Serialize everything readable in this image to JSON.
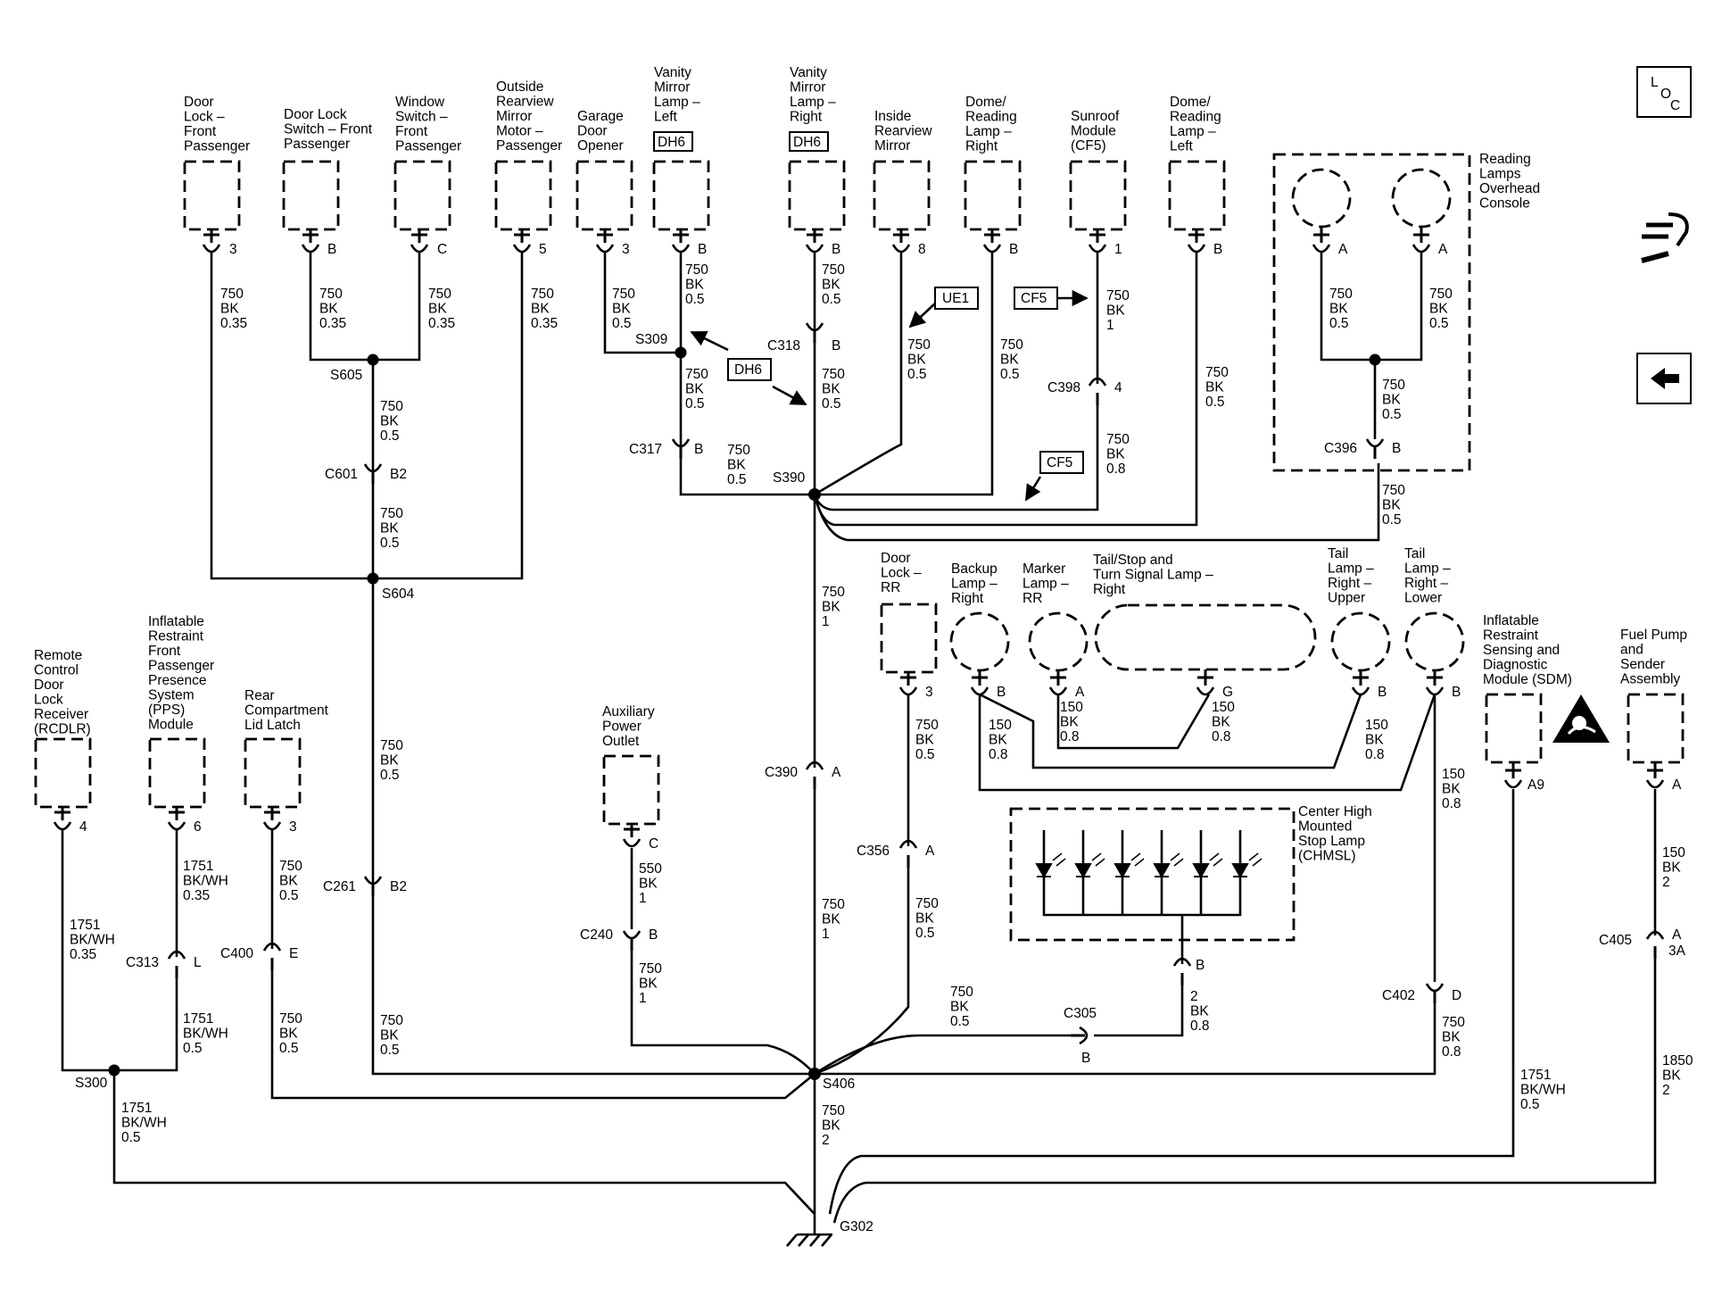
{
  "components": {
    "door_lock_front_passenger": [
      "Door",
      "Lock –",
      "Front",
      "Passenger"
    ],
    "door_lock_switch_front_passenger": [
      "Door Lock",
      "Switch – Front",
      "Passenger"
    ],
    "window_switch_front_passenger": [
      "Window",
      "Switch –",
      "Front",
      "Passenger"
    ],
    "outside_rearview_mirror_motor": [
      "Outside",
      "Rearview",
      "Mirror",
      "Motor –",
      "Passenger"
    ],
    "garage_door_opener": [
      "Garage",
      "Door",
      "Opener"
    ],
    "vanity_mirror_lamp_left": [
      "Vanity",
      "Mirror",
      "Lamp –",
      "Left"
    ],
    "vanity_mirror_lamp_right": [
      "Vanity",
      "Mirror",
      "Lamp –",
      "Right"
    ],
    "inside_rearview_mirror": [
      "Inside",
      "Rearview",
      "Mirror"
    ],
    "dome_reading_lamp_right": [
      "Dome/",
      "Reading",
      "Lamp –",
      "Right"
    ],
    "sunroof_module": [
      "Sunroof",
      "Module",
      "(CF5)"
    ],
    "dome_reading_lamp_left": [
      "Dome/",
      "Reading",
      "Lamp –",
      "Left"
    ],
    "reading_lamps_overhead_console": [
      "Reading",
      "Lamps",
      "Overhead",
      "Console"
    ],
    "remote_control_door_lock_receiver": [
      "Remote",
      "Control",
      "Door",
      "Lock",
      "Receiver",
      "(RCDLR)"
    ],
    "inflatable_restraint_pps_module": [
      "Inflatable",
      "Restraint",
      "Front",
      "Passenger",
      "Presence",
      "System",
      "(PPS)",
      "Module"
    ],
    "rear_compartment_lid_latch": [
      "Rear",
      "Compartment",
      "Lid Latch"
    ],
    "auxiliary_power_outlet": [
      "Auxiliary",
      "Power",
      "Outlet"
    ],
    "door_lock_rr": [
      "Door",
      "Lock –",
      "RR"
    ],
    "backup_lamp_right": [
      "Backup",
      "Lamp –",
      "Right"
    ],
    "marker_lamp_rr": [
      "Marker",
      "Lamp –",
      "RR"
    ],
    "tail_stop_turn_lamp_right": [
      "Tail/Stop and",
      "Turn Signal Lamp –",
      "Right"
    ],
    "tail_lamp_right_upper": [
      "Tail",
      "Lamp –",
      "Right –",
      "Upper"
    ],
    "tail_lamp_right_lower": [
      "Tail",
      "Lamp –",
      "Right –",
      "Lower"
    ],
    "sdm": [
      "Inflatable",
      "Restraint",
      "Sensing and",
      "Diagnostic",
      "Module (SDM)"
    ],
    "fuel_pump_sender": [
      "Fuel Pump",
      "and",
      "Sender",
      "Assembly"
    ],
    "chmsl": [
      "Center High",
      "Mounted",
      "Stop Lamp",
      "(CHMSL)"
    ]
  },
  "option_codes": {
    "dh6_left": "DH6",
    "dh6_right": "DH6",
    "dh6_arrow": "DH6",
    "ue1": "UE1",
    "cf5_arrow": "CF5",
    "cf5_lower": "CF5"
  },
  "pins": {
    "door_lock_fp": "3",
    "door_lock_switch": "B",
    "window_switch": "C",
    "mirror_motor": "5",
    "garage": "3",
    "vanity_left": "B",
    "vanity_right": "B",
    "inside_mirror": "8",
    "dome_right": "B",
    "sunroof": "1",
    "dome_left": "B",
    "reading_l": "A",
    "reading_r": "A",
    "rcdlr": "4",
    "pps": "6",
    "lid_latch": "3",
    "aux_outlet": "C",
    "door_lock_rr": "3",
    "backup": "B",
    "marker": "A",
    "tail_stop": "G",
    "tail_upper": "B",
    "tail_lower": "B",
    "sdm": "A9",
    "fuel_pump": "A"
  },
  "connectors": {
    "c318": "C318",
    "c318_pin": "B",
    "c317": "C317",
    "c317_pin": "B",
    "c398": "C398",
    "c398_pin": "4",
    "c396": "C396",
    "c396_pin": "B",
    "c601": "C601",
    "c601_pin": "B2",
    "c261": "C261",
    "c261_pin": "B2",
    "c390": "C390",
    "c390_pin": "A",
    "c356": "C356",
    "c356_pin": "A",
    "c313": "C313",
    "c313_pin": "L",
    "c400": "C400",
    "c400_pin": "E",
    "c240": "C240",
    "c240_pin": "B",
    "c305": "C305",
    "c305_pin": "B",
    "c305_b": "B",
    "c402": "C402",
    "c402_pin": "D",
    "c405": "C405",
    "c405_pin1": "A",
    "c405_pin2": "3A"
  },
  "splices": {
    "s309": "S309",
    "s390": "S390",
    "s605": "S605",
    "s604": "S604",
    "s406": "S406",
    "s300": "S300"
  },
  "ground": "G302",
  "wires": {
    "door_lock_fp": [
      "750",
      "BK",
      "0.35"
    ],
    "door_lock_switch": [
      "750",
      "BK",
      "0.35"
    ],
    "window_switch": [
      "750",
      "BK",
      "0.35"
    ],
    "mirror_motor": [
      "750",
      "BK",
      "0.35"
    ],
    "garage": [
      "750",
      "BK",
      "0.5"
    ],
    "vanity_left": [
      "750",
      "BK",
      "0.5"
    ],
    "vanity_right": [
      "750",
      "BK",
      "0.5"
    ],
    "s309_down": [
      "750",
      "BK",
      "0.5"
    ],
    "c318_down": [
      "750",
      "BK",
      "0.5"
    ],
    "c317_s390": [
      "750",
      "BK",
      "0.5"
    ],
    "inside_mirror": [
      "750",
      "BK",
      "0.5"
    ],
    "dome_right": [
      "750",
      "BK",
      "0.5"
    ],
    "sunroof": [
      "750",
      "BK",
      "1"
    ],
    "c398_down": [
      "750",
      "BK",
      "0.8"
    ],
    "dome_left": [
      "750",
      "BK",
      "0.5"
    ],
    "reading_l": [
      "750",
      "BK",
      "0.5"
    ],
    "reading_r": [
      "750",
      "BK",
      "0.5"
    ],
    "reading_join": [
      "750",
      "BK",
      "0.5"
    ],
    "c396_down": [
      "750",
      "BK",
      "0.5"
    ],
    "s605_down": [
      "750",
      "BK",
      "0.5"
    ],
    "c601_down": [
      "750",
      "BK",
      "0.5"
    ],
    "s604_down": [
      "750",
      "BK",
      "0.5"
    ],
    "c261_down": [
      "750",
      "BK",
      "0.5"
    ],
    "s390_down": [
      "750",
      "BK",
      "1"
    ],
    "c390_down": [
      "750",
      "BK",
      "1"
    ],
    "rcdlr": [
      "1751",
      "BK/WH",
      "0.35"
    ],
    "pps": [
      "1751",
      "BK/WH",
      "0.35"
    ],
    "c313_down": [
      "1751",
      "BK/WH",
      "0.5"
    ],
    "s300_down": [
      "1751",
      "BK/WH",
      "0.5"
    ],
    "lid_latch": [
      "750",
      "BK",
      "0.5"
    ],
    "c400_down": [
      "750",
      "BK",
      "0.5"
    ],
    "aux_outlet": [
      "550",
      "BK",
      "1"
    ],
    "c240_down": [
      "750",
      "BK",
      "1"
    ],
    "door_lock_rr": [
      "750",
      "BK",
      "0.5"
    ],
    "c356_down": [
      "750",
      "BK",
      "0.5"
    ],
    "c305_s406": [
      "750",
      "BK",
      "0.5"
    ],
    "chmsl_down": [
      "2",
      "BK",
      "0.8"
    ],
    "backup_marker": [
      "150",
      "BK",
      "0.8"
    ],
    "marker": [
      "150",
      "BK",
      "0.8"
    ],
    "tail_stop": [
      "150",
      "BK",
      "0.8"
    ],
    "tail_upper": [
      "150",
      "BK",
      "0.8"
    ],
    "tail_lower": [
      "150",
      "BK",
      "0.8"
    ],
    "c402_down": [
      "750",
      "BK",
      "0.8"
    ],
    "s406_ground": [
      "750",
      "BK",
      "2"
    ],
    "sdm": [
      "1751",
      "BK/WH",
      "0.5"
    ],
    "fuel_pump": [
      "150",
      "BK",
      "2"
    ],
    "c405_down": [
      "1850",
      "BK",
      "2"
    ]
  },
  "sidebar": {
    "loc_l": "L",
    "loc_o": "O",
    "loc_c": "C"
  }
}
